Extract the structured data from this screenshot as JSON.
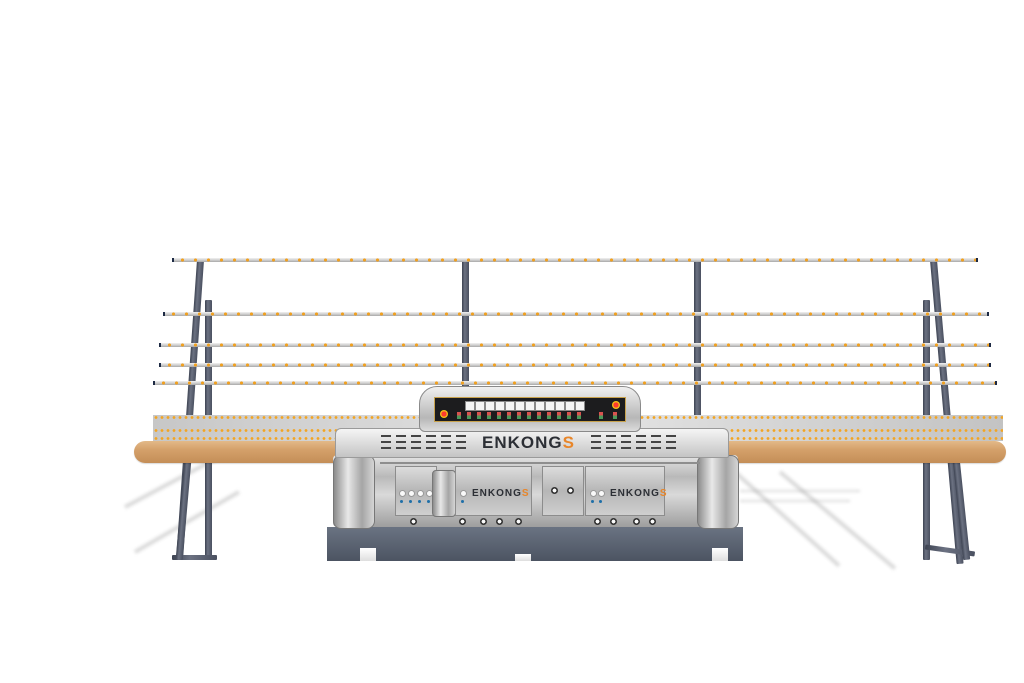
{
  "scene": {
    "subject": "Glass straight-line edging machine with conveyor and back support rails",
    "background_color": "#ffffff"
  },
  "machine": {
    "brand_main": "ENKONG",
    "brand_accent": "S",
    "module_brand_left_main": "ENKONG",
    "module_brand_left_accent": "S",
    "module_brand_right_main": "ENKONG",
    "module_brand_right_accent": "S",
    "colors": {
      "steel": "#c9c9c9",
      "base": "#555d6b",
      "wood_conveyor": "#d4a06a",
      "post": "#4f5564",
      "accent_orange": "#e8862a",
      "led_blue": "#1f6fa8",
      "panel_black": "#1c1c1e",
      "panel_trim": "#c8a24c"
    }
  },
  "control_panel": {
    "gauge_count": 12,
    "switch_count": 15,
    "has_emergency_stop": true
  },
  "rails": {
    "count": 5,
    "dot_color": "#f0a020"
  }
}
